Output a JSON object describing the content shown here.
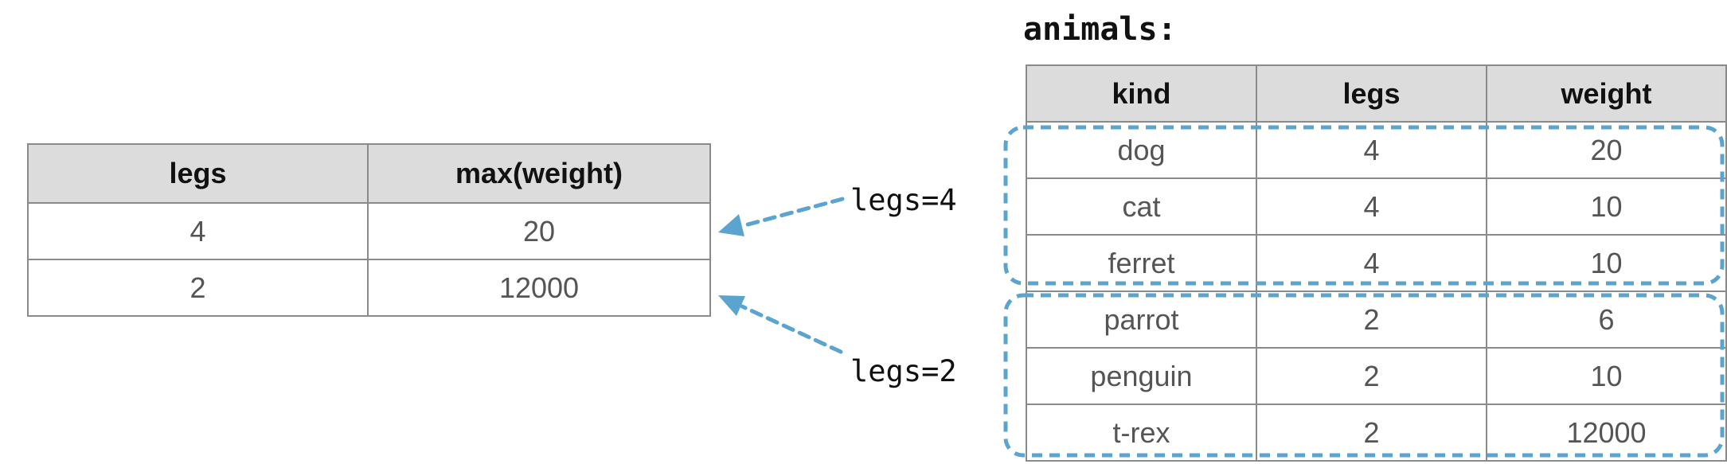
{
  "result_table": {
    "headers": [
      "legs",
      "max(weight)"
    ],
    "rows": [
      [
        "4",
        "20"
      ],
      [
        "2",
        "12000"
      ]
    ]
  },
  "animals_table": {
    "name": "animals:",
    "headers": [
      "kind",
      "legs",
      "weight"
    ],
    "rows": [
      [
        "dog",
        "4",
        "20"
      ],
      [
        "cat",
        "4",
        "10"
      ],
      [
        "ferret",
        "4",
        "10"
      ],
      [
        "parrot",
        "2",
        "6"
      ],
      [
        "penguin",
        "2",
        "10"
      ],
      [
        "t-rex",
        "2",
        "12000"
      ]
    ]
  },
  "groups": [
    {
      "label": "legs=4"
    },
    {
      "label": "legs=2"
    }
  ],
  "colors": {
    "header_background": "#dcdcdc",
    "grid_border": "#8a8a8a",
    "cell_text": "#555555",
    "header_text": "#111111",
    "group_highlight": "#5ba4cf"
  }
}
